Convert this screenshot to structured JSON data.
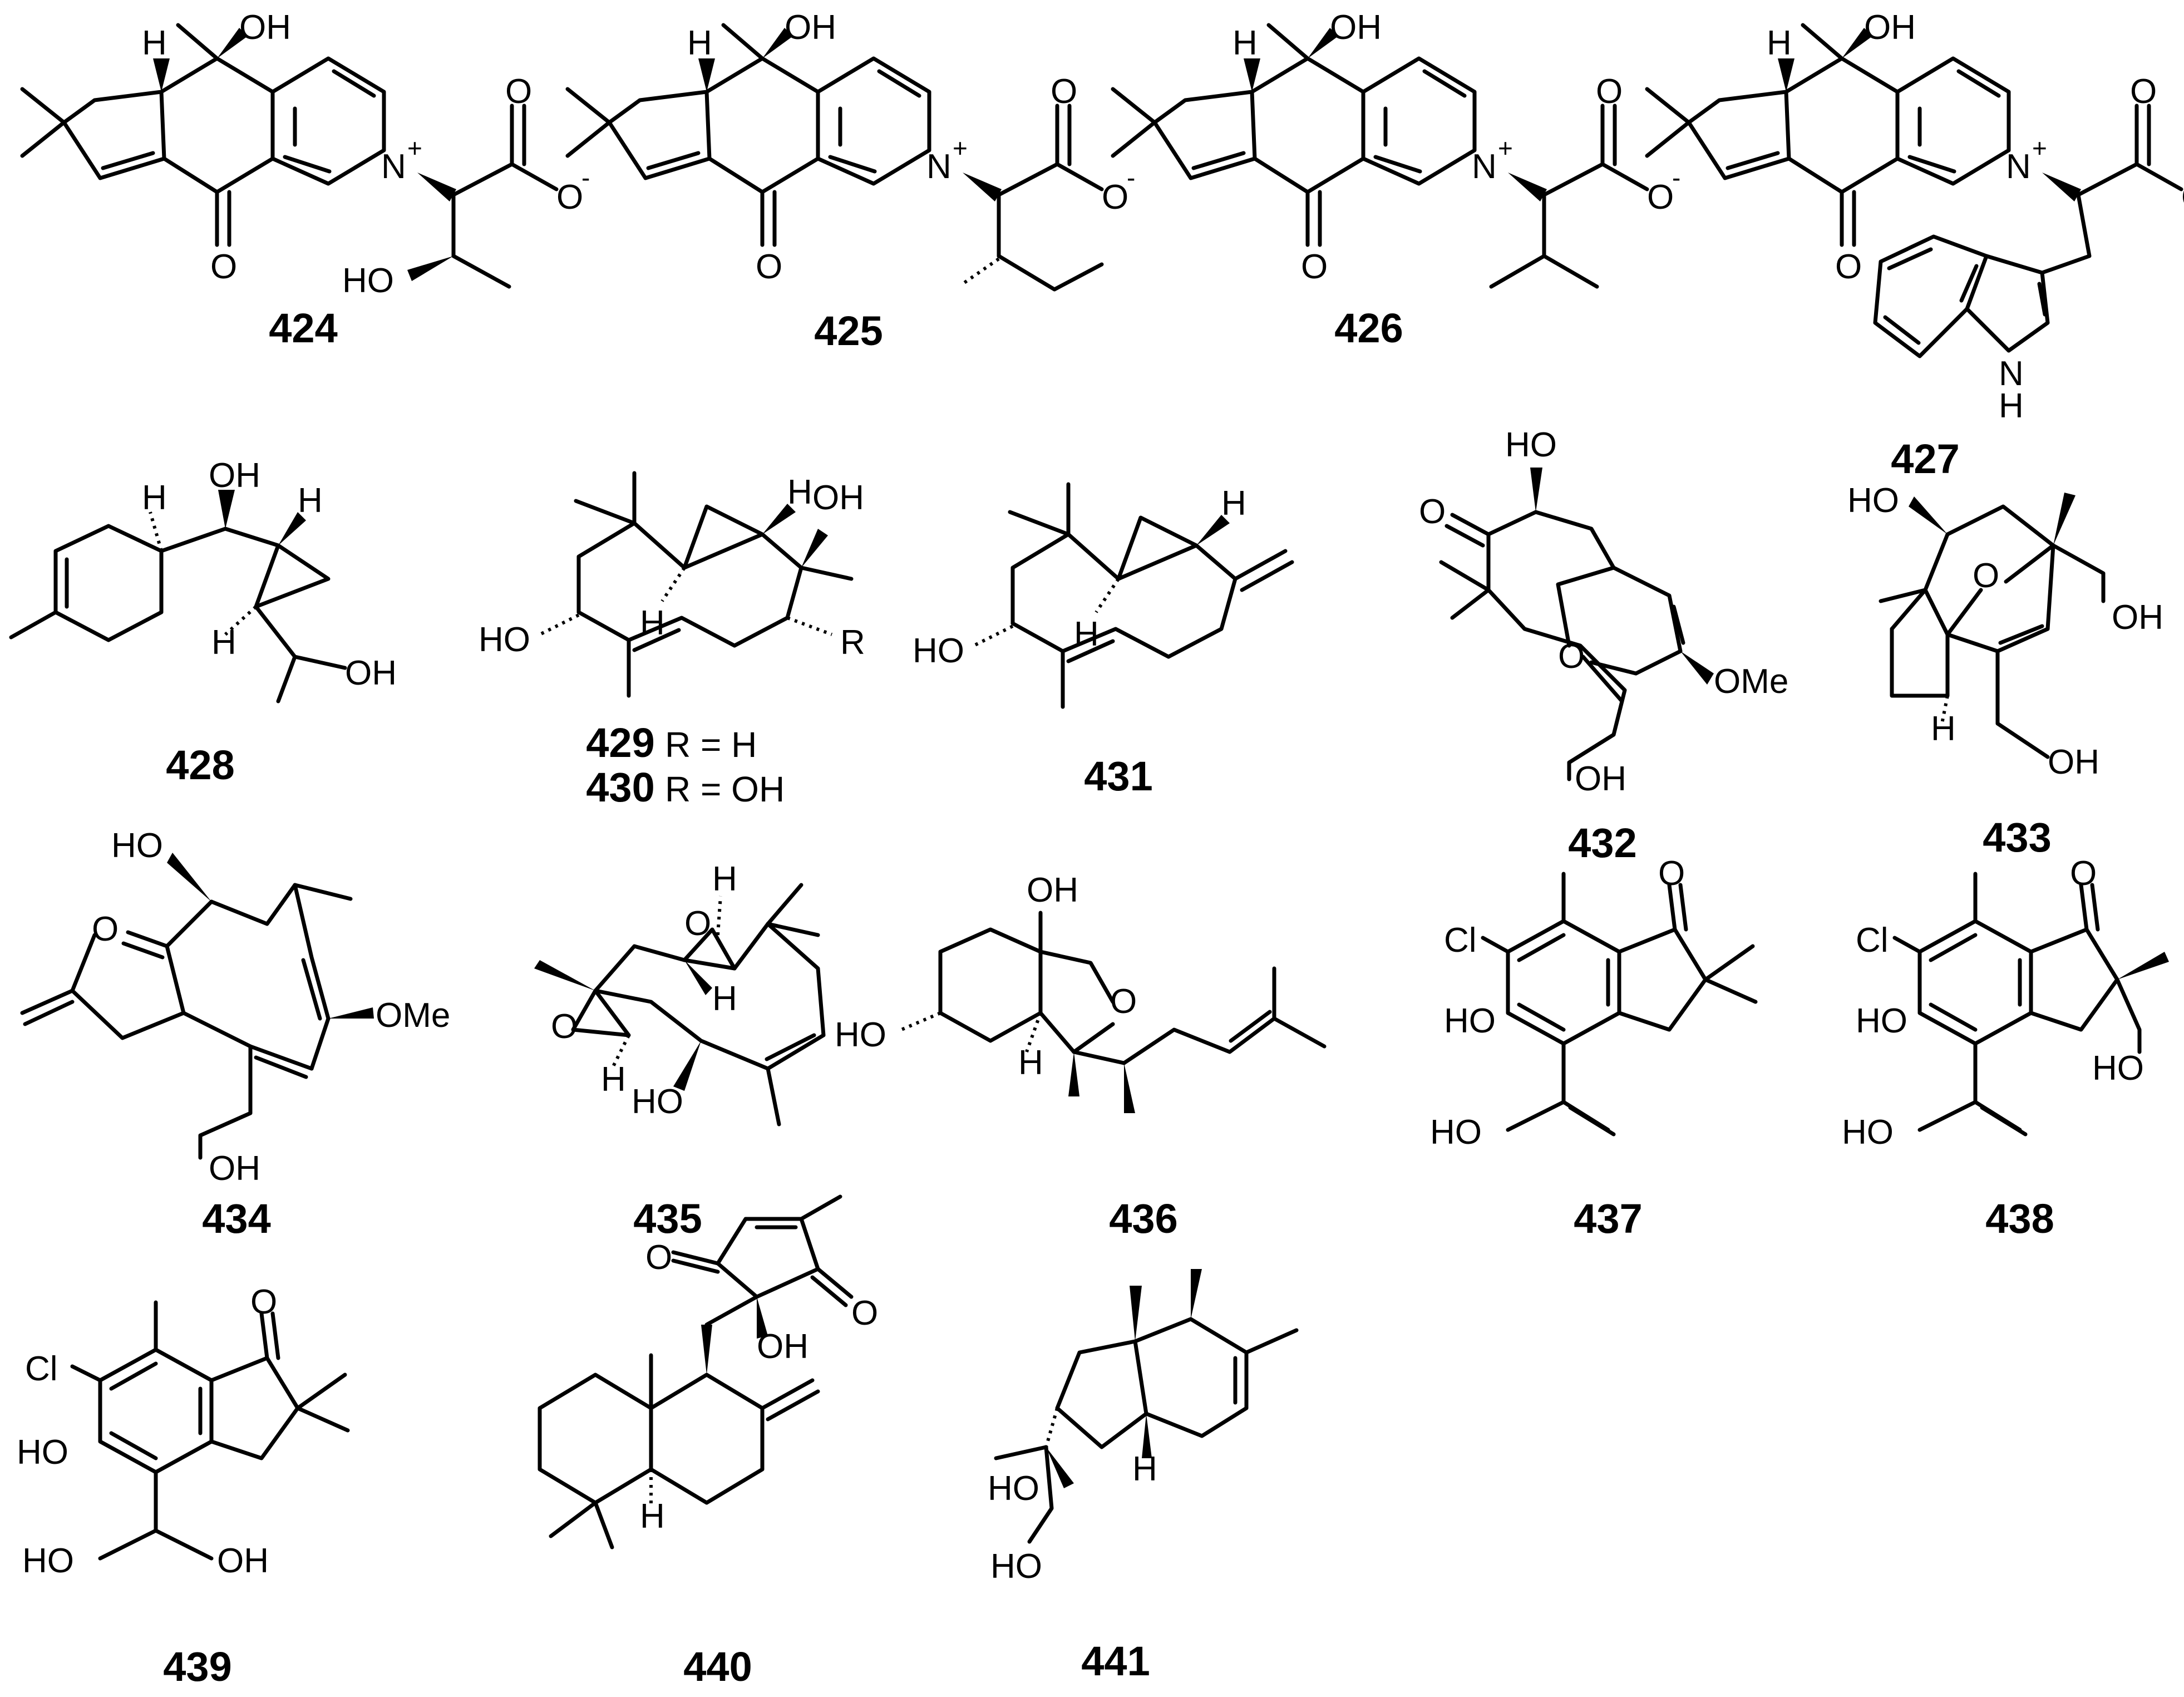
{
  "atoms": {
    "OH": "OH",
    "HO": "HO",
    "H": "H",
    "O": "O",
    "Nplus": "N",
    "plus": "+",
    "Ominus": "O",
    "minus": "-",
    "Cl": "Cl",
    "OMe": "OMe",
    "R": "R",
    "NH_N": "N",
    "NH_H": "H"
  },
  "compounds": [
    {
      "id": "424",
      "label": "424"
    },
    {
      "id": "425",
      "label": "425"
    },
    {
      "id": "426",
      "label": "426"
    },
    {
      "id": "427",
      "label": "427"
    },
    {
      "id": "428",
      "label": "428"
    },
    {
      "id": "429",
      "label": "429",
      "substituent": "R = H"
    },
    {
      "id": "430",
      "label": "430",
      "substituent": "R = OH"
    },
    {
      "id": "431",
      "label": "431"
    },
    {
      "id": "432",
      "label": "432"
    },
    {
      "id": "433",
      "label": "433"
    },
    {
      "id": "434",
      "label": "434"
    },
    {
      "id": "435",
      "label": "435"
    },
    {
      "id": "436",
      "label": "436"
    },
    {
      "id": "437",
      "label": "437"
    },
    {
      "id": "438",
      "label": "438"
    },
    {
      "id": "439",
      "label": "439"
    },
    {
      "id": "440",
      "label": "440"
    },
    {
      "id": "441",
      "label": "441"
    }
  ],
  "colors": {
    "ink": "#000000",
    "background": "#ffffff"
  }
}
